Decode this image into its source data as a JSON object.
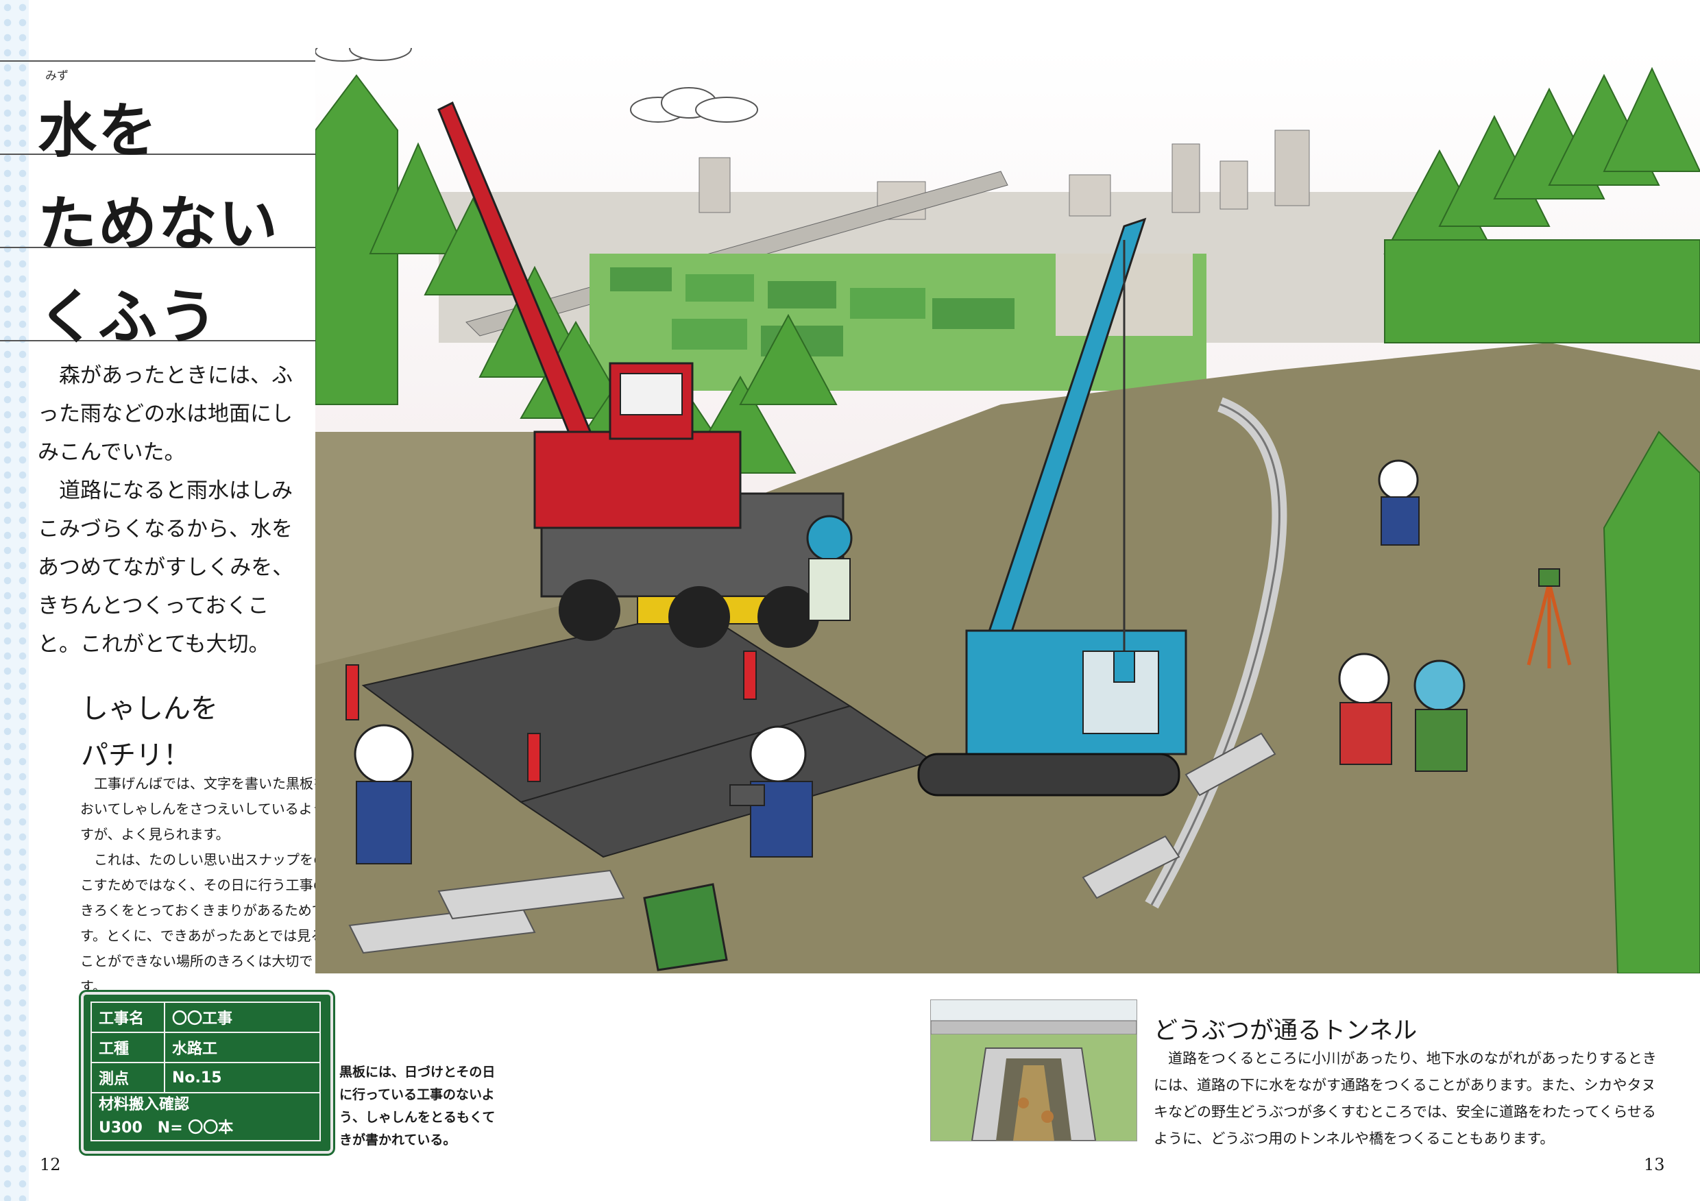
{
  "title": {
    "line1": "水をためないくふう",
    "line1_a": "水を",
    "line2": "ためない",
    "line3": "くふう",
    "ruby_mizu": "みず"
  },
  "intro": {
    "p1": "森があったときには、ふった雨などの水は地面にしみこんでいた。",
    "p2": "道路になると雨水はしみこみづらくなるから、水をあつめてながすしくみを、きちんとつくっておくこと。これがとても大切。"
  },
  "photo_section": {
    "heading_l1": "しゃしんを",
    "heading_l2": "パチリ！",
    "p1": "工事げんばでは、文字を書いた黒板をおいてしゃしんをさつえいしているようすが、よく見られます。",
    "p2": "これは、たのしい思い出スナップをのこすためではなく、その日に行う工事のきろくをとっておくきまりがあるためです。とくに、できあがったあとでは見ることができない場所のきろくは大切です。"
  },
  "chalkboard": {
    "rows": [
      {
        "key": "工事名",
        "value": "〇〇工事"
      },
      {
        "key": "工種",
        "value": "水路工"
      },
      {
        "key": "測点",
        "value": "No.15"
      }
    ],
    "material_label": "材料搬入確認",
    "material_value": "U300　N= 〇〇本"
  },
  "chalkboard_caption": "黒板には、日づけとその日に行っている工事のないよう、しゃしんをとるもくてきが書かれている。",
  "animal_section": {
    "heading": "どうぶつが通るトンネル",
    "body": "道路をつくるところに小川があったり、地下水のながれがあったりするときには、道路の下に水をながす通路をつくることがあります。また、シカやタヌキなどの野生どうぶつが多くすむところでは、安全に道路をわたってくらせるように、どうぶつ用のトンネルや橋をつくることもあります。"
  },
  "page_numbers": {
    "left": "12",
    "right": "13"
  },
  "colors": {
    "chalkboard": "#1e6b34",
    "crane_red": "#c8202a",
    "crane_blue": "#2a9fc4",
    "forest": "#4fa23a",
    "ground": "#8e8765"
  }
}
